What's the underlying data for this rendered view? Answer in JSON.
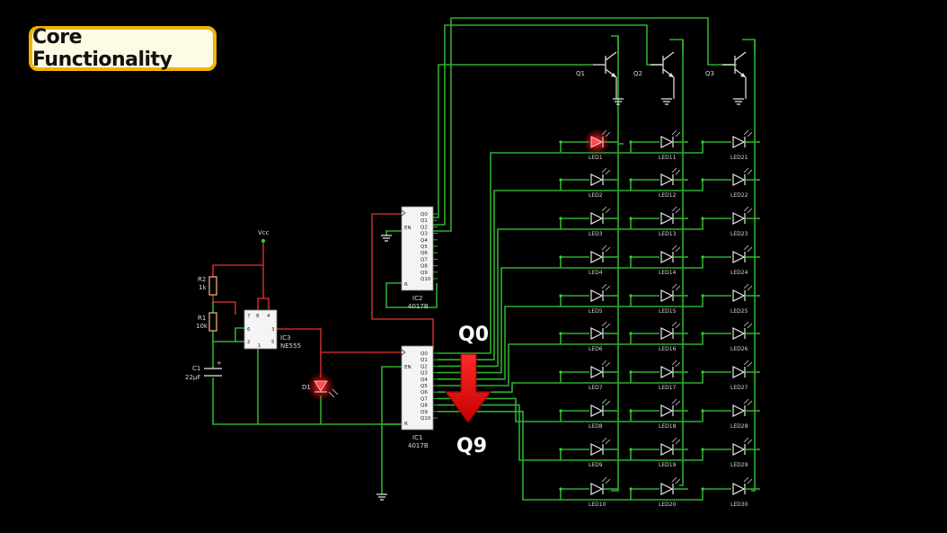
{
  "title_badge": "Core Functionality",
  "annotations": {
    "top": "Q0",
    "bottom": "Q9"
  },
  "colors": {
    "wire": "#2fae2f",
    "powered_wire": "#c02a2a",
    "badge_border": "#f0b300",
    "arrow": "#e01010",
    "led_on": "#ff3030"
  },
  "power_label": "Vcc",
  "resistors": [
    {
      "ref": "R2",
      "value": "1k"
    },
    {
      "ref": "R1",
      "value": "10k"
    }
  ],
  "capacitor": {
    "ref": "C1",
    "value": "22µF",
    "polarity": "+"
  },
  "timer": {
    "ref": "IC3",
    "part": "NE555",
    "pins": [
      "7",
      "6",
      "2",
      "8",
      "4",
      "3",
      "5",
      "1"
    ]
  },
  "indicator_led": {
    "ref": "D1",
    "lit": true
  },
  "counters": [
    {
      "ref": "IC2",
      "part": "4017B",
      "pins_left": [
        "EN",
        "R"
      ],
      "pins_right": [
        "Q0",
        "Q1",
        "Q2",
        "Q3",
        "Q4",
        "Q5",
        "Q6",
        "Q7",
        "Q8",
        "Q9",
        "Q10"
      ]
    },
    {
      "ref": "IC1",
      "part": "4017B",
      "pins_left": [
        "EN",
        "R"
      ],
      "pins_right": [
        "Q0",
        "Q1",
        "Q2",
        "Q3",
        "Q4",
        "Q5",
        "Q6",
        "Q7",
        "Q8",
        "Q9",
        "Q10"
      ]
    }
  ],
  "transistors": [
    "Q1",
    "Q2",
    "Q3"
  ],
  "led_columns": [
    [
      "LED1",
      "LED2",
      "LED3",
      "LED4",
      "LED5",
      "LED6",
      "LED7",
      "LED8",
      "LED9",
      "LED10"
    ],
    [
      "LED11",
      "LED12",
      "LED13",
      "LED14",
      "LED15",
      "LED16",
      "LED17",
      "LED18",
      "LED19",
      "LED20"
    ],
    [
      "LED21",
      "LED22",
      "LED23",
      "LED24",
      "LED25",
      "LED26",
      "LED27",
      "LED28",
      "LED29",
      "LED30"
    ]
  ],
  "lit_leds": [
    "LED1"
  ]
}
